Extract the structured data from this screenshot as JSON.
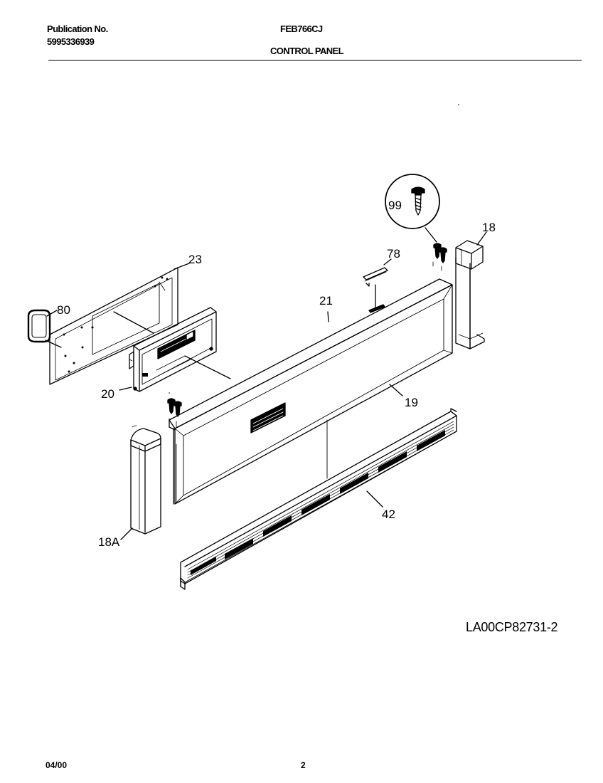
{
  "header": {
    "publication_label": "Publication No.",
    "publication_number": "5995336939",
    "model": "FEB766CJ",
    "section_title": "CONTROL PANEL"
  },
  "callouts": {
    "p99": "99",
    "p18": "18",
    "p78": "78",
    "p23": "23",
    "p21": "21",
    "p80": "80",
    "p20": "20",
    "p19": "19",
    "p42": "42",
    "p18a": "18A"
  },
  "drawing_id": "LA00CP82731-2",
  "footer": {
    "date": "04/00",
    "page": "2"
  }
}
